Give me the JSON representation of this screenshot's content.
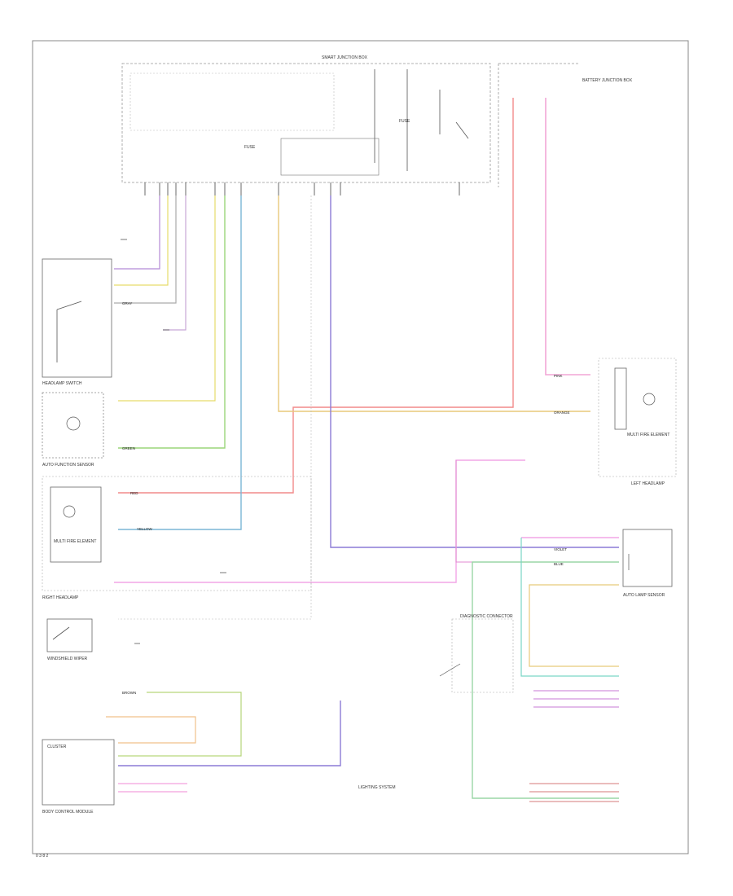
{
  "diagram": {
    "components": {
      "headlamp_switch": "HEADLAMP SWITCH",
      "auto_function_sensor": "AUTO FUNCTION SENSOR",
      "right_headlamp": "RIGHT HEADLAMP",
      "left_headlamp": "LEFT HEADLAMP",
      "multi_fire_element_right": "MULTI FIRE ELEMENT",
      "multi_fire_element_left": "MULTI FIRE ELEMENT",
      "auto_lamp_sensor": "AUTO LAMP SENSOR",
      "windshield_wiper": "WINDSHIELD WIPER",
      "instrument_cluster": "CLUSTER",
      "body_control_module": "BODY CONTROL MODULE",
      "smart_junction_box": "SMART JUNCTION BOX",
      "battery_junction_box": "BATTERY JUNCTION BOX",
      "fuse_a": "FUSE",
      "fuse_b": "FUSE",
      "lighting_system": "LIGHTING SYSTEM",
      "diagnostic_connector": "DIAGNOSTIC CONNECTOR"
    },
    "wire_colors": {
      "red": "RED",
      "yellow": "YELLOW",
      "violet": "VIOLET",
      "green": "GREEN",
      "blue": "BLUE",
      "orange": "ORANGE",
      "gray": "GRAY",
      "pink": "PINK",
      "brown": "BROWN"
    },
    "page_footer": "0 3 8 2"
  }
}
